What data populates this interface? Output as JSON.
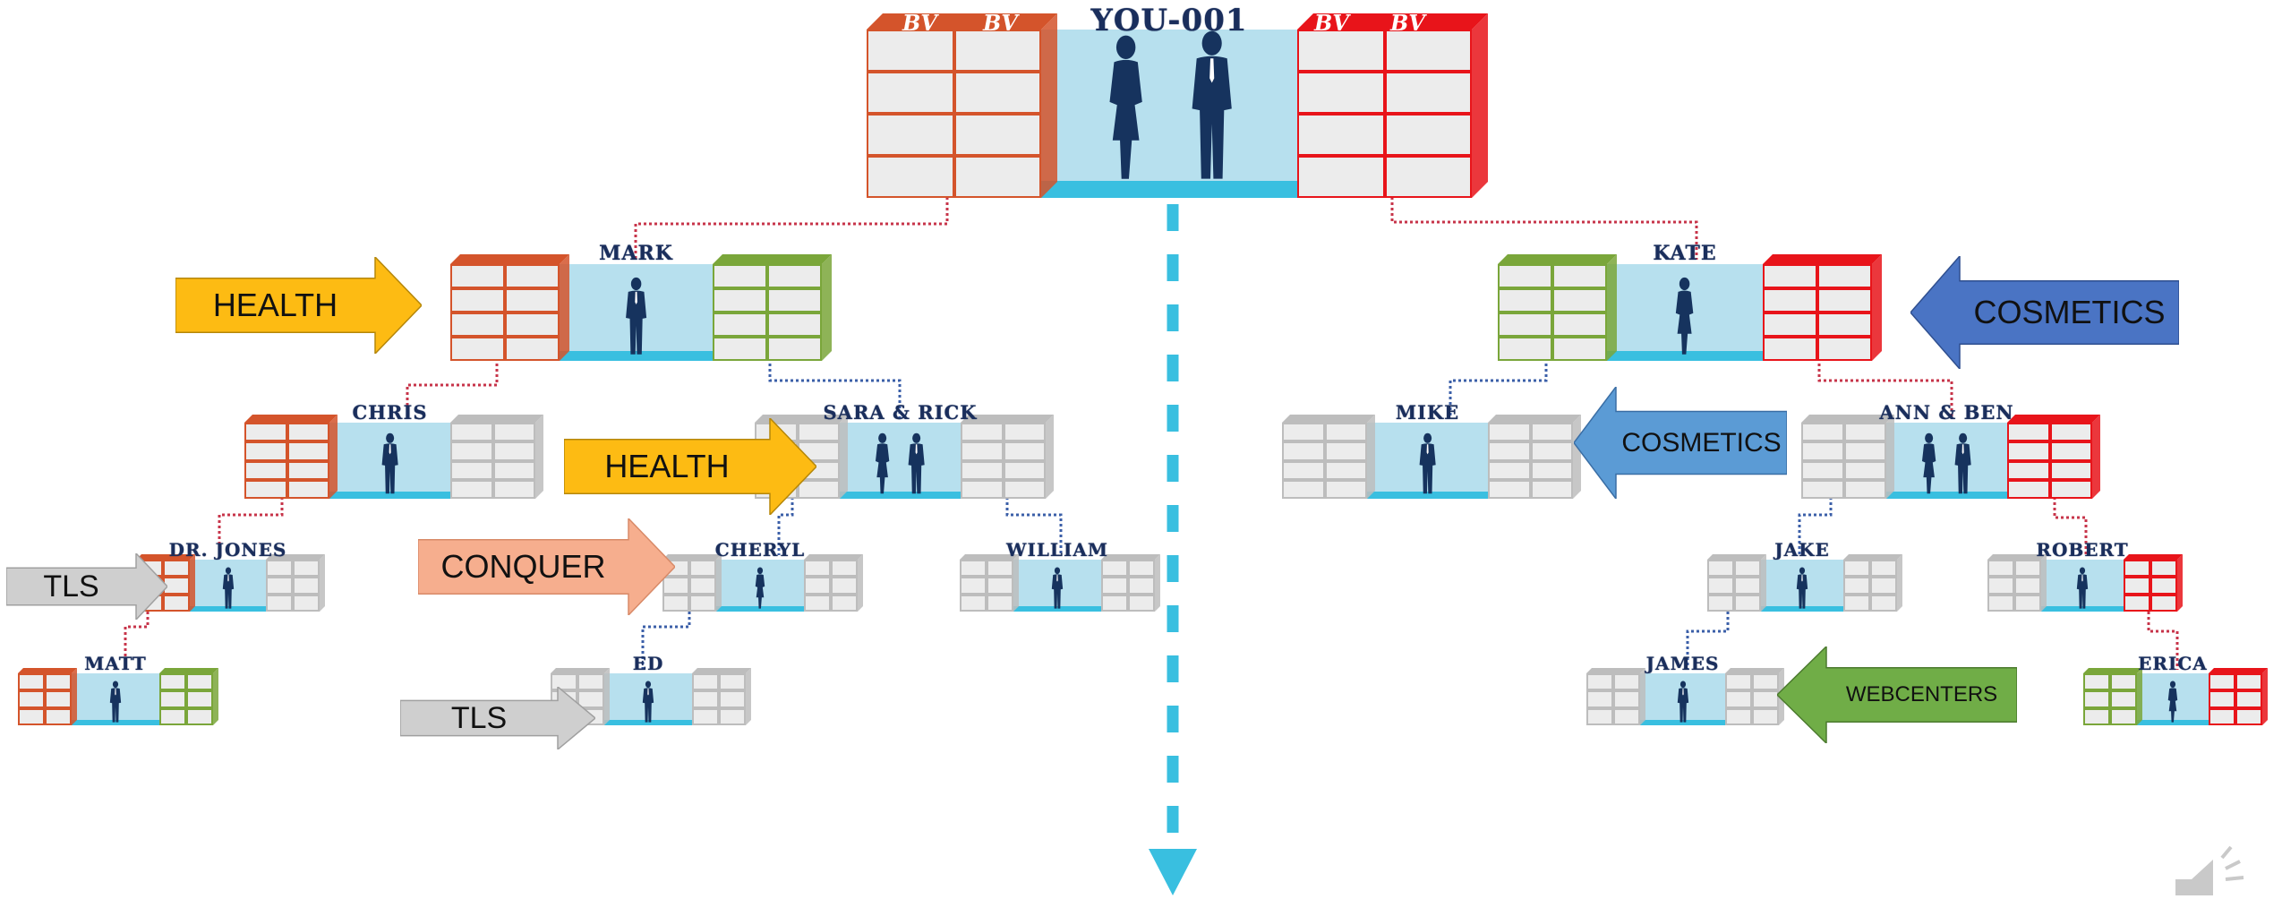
{
  "root": {
    "name": "YOU-001",
    "bv_left": [
      "BV",
      "BV"
    ],
    "bv_right": [
      "BV",
      "BV"
    ]
  },
  "members": {
    "mark": "MARK",
    "kate": "KATE",
    "chris": "CHRIS",
    "sara_rick": "SARA & RICK",
    "mike": "MIKE",
    "ann_ben": "ANN & BEN",
    "dr_jones": "DR. JONES",
    "cheryl": "CHERYL",
    "william": "WILLIAM",
    "jake": "JAKE",
    "robert": "ROBERT",
    "matt": "MATT",
    "ed": "ED",
    "james": "JAMES",
    "erica": "ERICA"
  },
  "arrows": {
    "health_1": "HEALTH",
    "health_2": "HEALTH",
    "conquer": "CONQUER",
    "tls_1": "TLS",
    "tls_2": "TLS",
    "cosmetics_1": "COSMETICS",
    "cosmetics_2": "COSMETICS",
    "webcenters": "WEBCENTERS"
  },
  "colors": {
    "orange_block": "#d4542b",
    "red_block": "#e8141a",
    "green_block": "#7aa63a",
    "grey_block": "#bdbdbd",
    "panel": "#b7e0ee",
    "floor": "#39bfe0",
    "health_arrow": "#fdbb13",
    "cosmetics_arrow": "#4a74c4",
    "cosmetics_arrow_2": "#5b9bd5",
    "conquer_arrow": "#f6ae8e",
    "tls_arrow": "#cfcfcf",
    "webcenters_arrow": "#70ad47",
    "center_line": "#39bfe0"
  },
  "icons": [
    "businesswoman-silhouette-icon",
    "businessman-silhouette-icon",
    "speaker-icon",
    "down-arrow-icon"
  ]
}
